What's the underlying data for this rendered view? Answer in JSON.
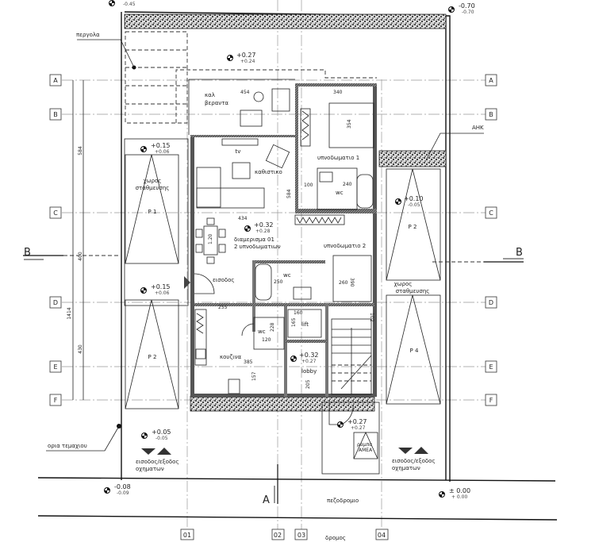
{
  "levels": {
    "top_left": {
      "upper": "",
      "lower": "-0.45"
    },
    "top_right": {
      "upper": "-0.70",
      "lower": "-0.70"
    },
    "pergola": {
      "upper": "+0.27",
      "lower": "+0.24"
    },
    "parking_p1": {
      "upper": "+0.15",
      "lower": "+0.06"
    },
    "apartment": {
      "upper": "+0.32",
      "lower": "+0.28"
    },
    "entrance_left": {
      "upper": "+0.15",
      "lower": "+0.06"
    },
    "parking_right": {
      "upper": "+0.10",
      "lower": "-0.05"
    },
    "lobby": {
      "upper": "+0.32",
      "lower": "+0.27"
    },
    "entrance_ramp": {
      "upper": "+0.27",
      "lower": "+0.27"
    },
    "drive_left": {
      "upper": "+0.05",
      "lower": "-0.05"
    },
    "sidewalk_left": {
      "upper": "-0.08",
      "lower": "-0.09"
    },
    "sidewalk_right": {
      "upper": "± 0.00",
      "lower": "+ 0.00"
    }
  },
  "labels": {
    "pergola": "περγολα",
    "veranda_1": "καλ",
    "veranda_2": "βεραντα",
    "tv": "tv",
    "living": "καθιστικο",
    "bedroom1": "υπνοδωματιο 1",
    "bedroom2": "υπνοδωματιο 2",
    "wc1": "wc",
    "wc2": "wc",
    "apartment_1": "διαμερισμα 01",
    "apartment_2": "2 υπνοδωματιων",
    "entrance": "εισοδος",
    "kitchen": "κουζινα",
    "lift": "lift",
    "lobby": "lobby",
    "parking_left_1": "χωρος",
    "parking_left_2": "σταθμευσης",
    "parking_right_1": "χωρος",
    "parking_right_2": "σταθμευσης",
    "hedge": "ΑΗΚ",
    "plot_limit": "ορια τεμαχιου",
    "vehicle_left_1": "εισοδος/εξοδος",
    "vehicle_left_2": "οχηματων",
    "vehicle_right_1": "εισοδος/εξοδος",
    "vehicle_right_2": "οχηματων",
    "ramp_1": "ραμπα",
    "ramp_2": "ΑΜΕΑ",
    "sidewalk": "πεζοδρομιο",
    "street": "δρομος"
  },
  "parking_spaces": [
    "P 1",
    "P 2",
    "P 2",
    "P 4"
  ],
  "grid_rows": [
    "A",
    "B",
    "C",
    "D",
    "E",
    "F"
  ],
  "grid_cols": [
    "01",
    "02",
    "03",
    "04"
  ],
  "sections": {
    "b": "B",
    "a": "A"
  },
  "dimensions": {
    "veranda_width": "454",
    "bedroom1_width": "340",
    "bedroom1_depth": "354",
    "living_depth": "584",
    "dining_width": "434",
    "table": "1.20",
    "hall_width": "100",
    "wc_width": "240",
    "bath_width": "250",
    "bed2_depth": "390",
    "bed2_width": "260",
    "entrance_width": "255",
    "wc2_depth": "228",
    "wc2_width": "120",
    "lift_width": "160",
    "lift_depth": "165",
    "kitchen_width": "385",
    "kitchen_depth": "157",
    "lobby_depth": "205",
    "stair_depth": "102",
    "left_584": "584",
    "left_400": "400",
    "left_1414": "1414",
    "left_430": "430"
  },
  "colors": {
    "line": "#222222",
    "wall": "#555555",
    "axis": "#999999"
  }
}
